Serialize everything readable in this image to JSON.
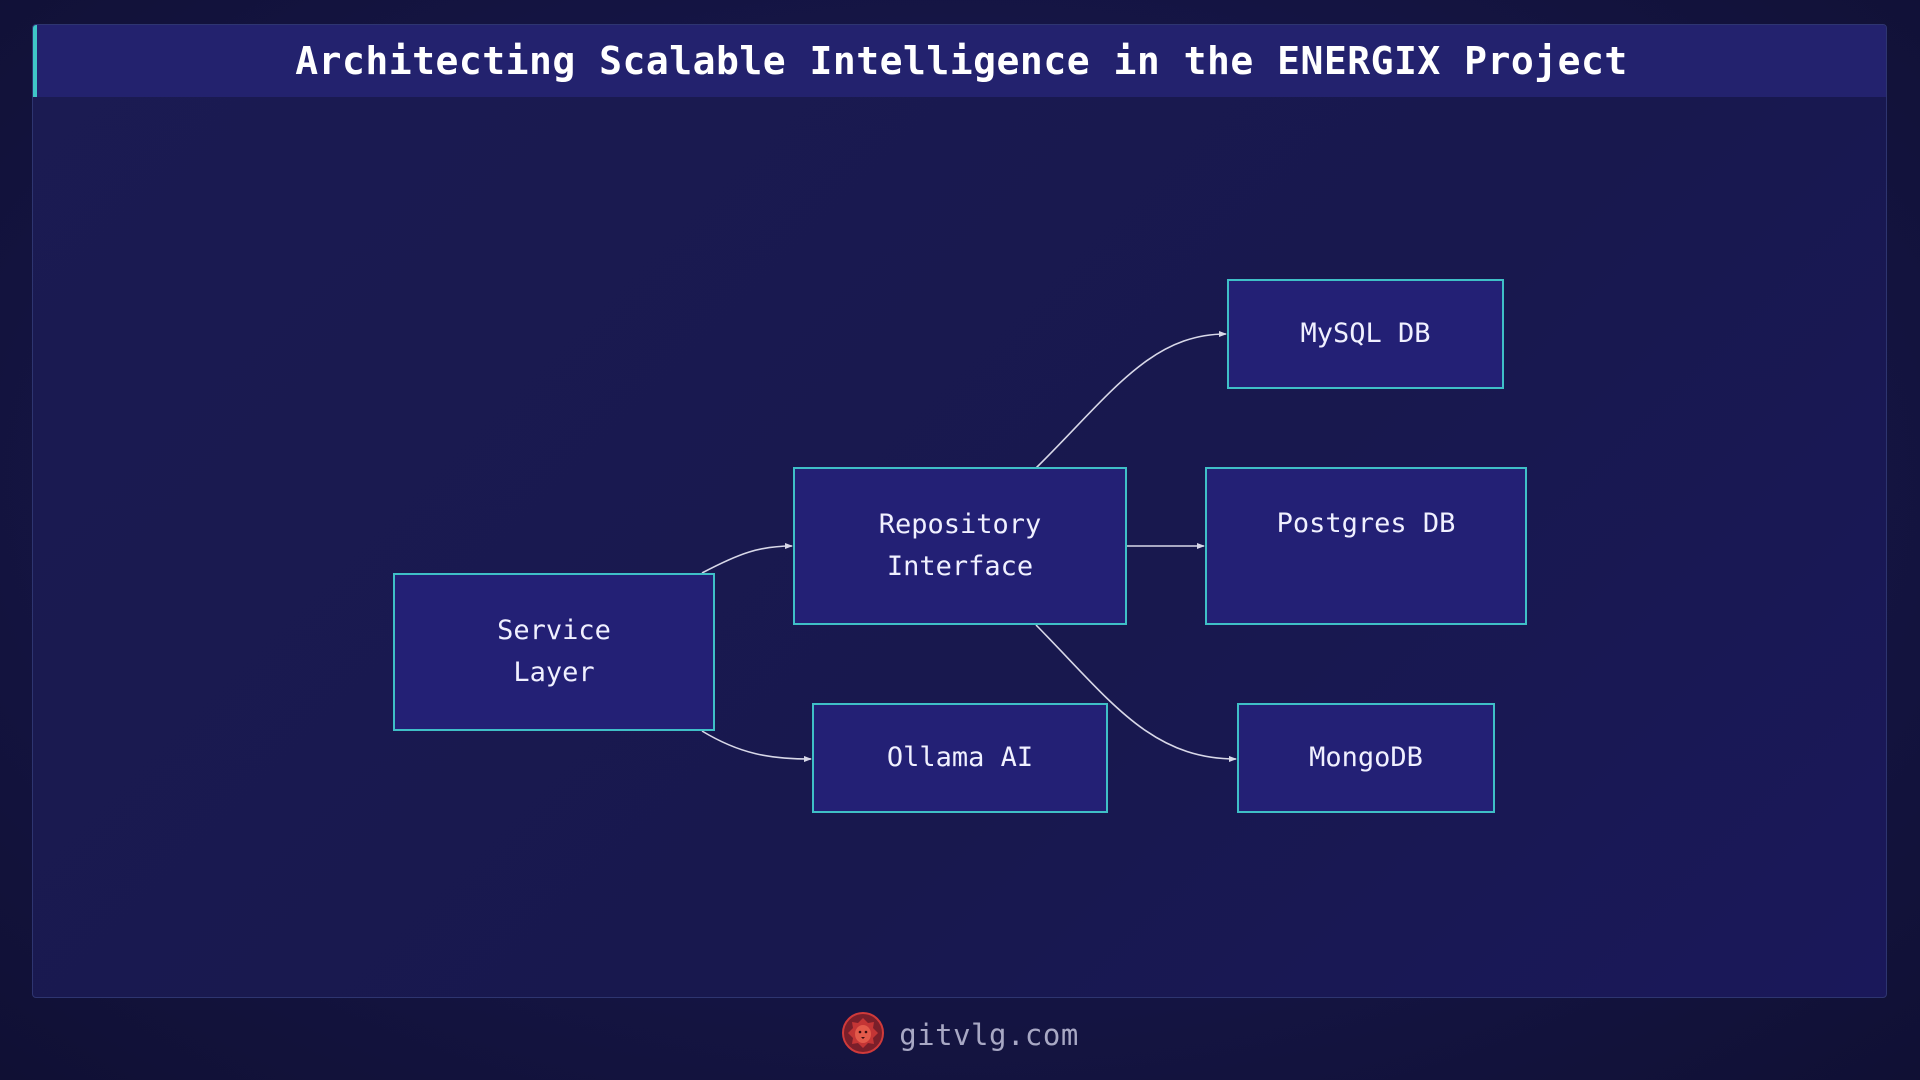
{
  "title": "Architecting Scalable Intelligence in the ENERGIX Project",
  "nodes": {
    "service_layer": "Service\nLayer",
    "repository_interface": "Repository\nInterface",
    "ollama_ai": "Ollama AI",
    "mysql_db": "MySQL DB",
    "postgres_db": "Postgres DB",
    "mongodb": "MongoDB"
  },
  "edges": [
    {
      "from": "Service Layer",
      "to": "Repository Interface"
    },
    {
      "from": "Service Layer",
      "to": "Ollama AI"
    },
    {
      "from": "Repository Interface",
      "to": "MySQL DB"
    },
    {
      "from": "Repository Interface",
      "to": "Postgres DB"
    },
    {
      "from": "Repository Interface",
      "to": "MongoDB"
    }
  ],
  "footer": {
    "site": "gitvlg.com",
    "logo_icon": "lion-head-icon"
  },
  "colors": {
    "background": "#151545",
    "title_bar": "#23226e",
    "accent": "#3fc6c8",
    "node_fill": "#232075",
    "node_border": "#3fbfc7",
    "edge": "#d8d8e8",
    "logo": "#d03a3a"
  }
}
